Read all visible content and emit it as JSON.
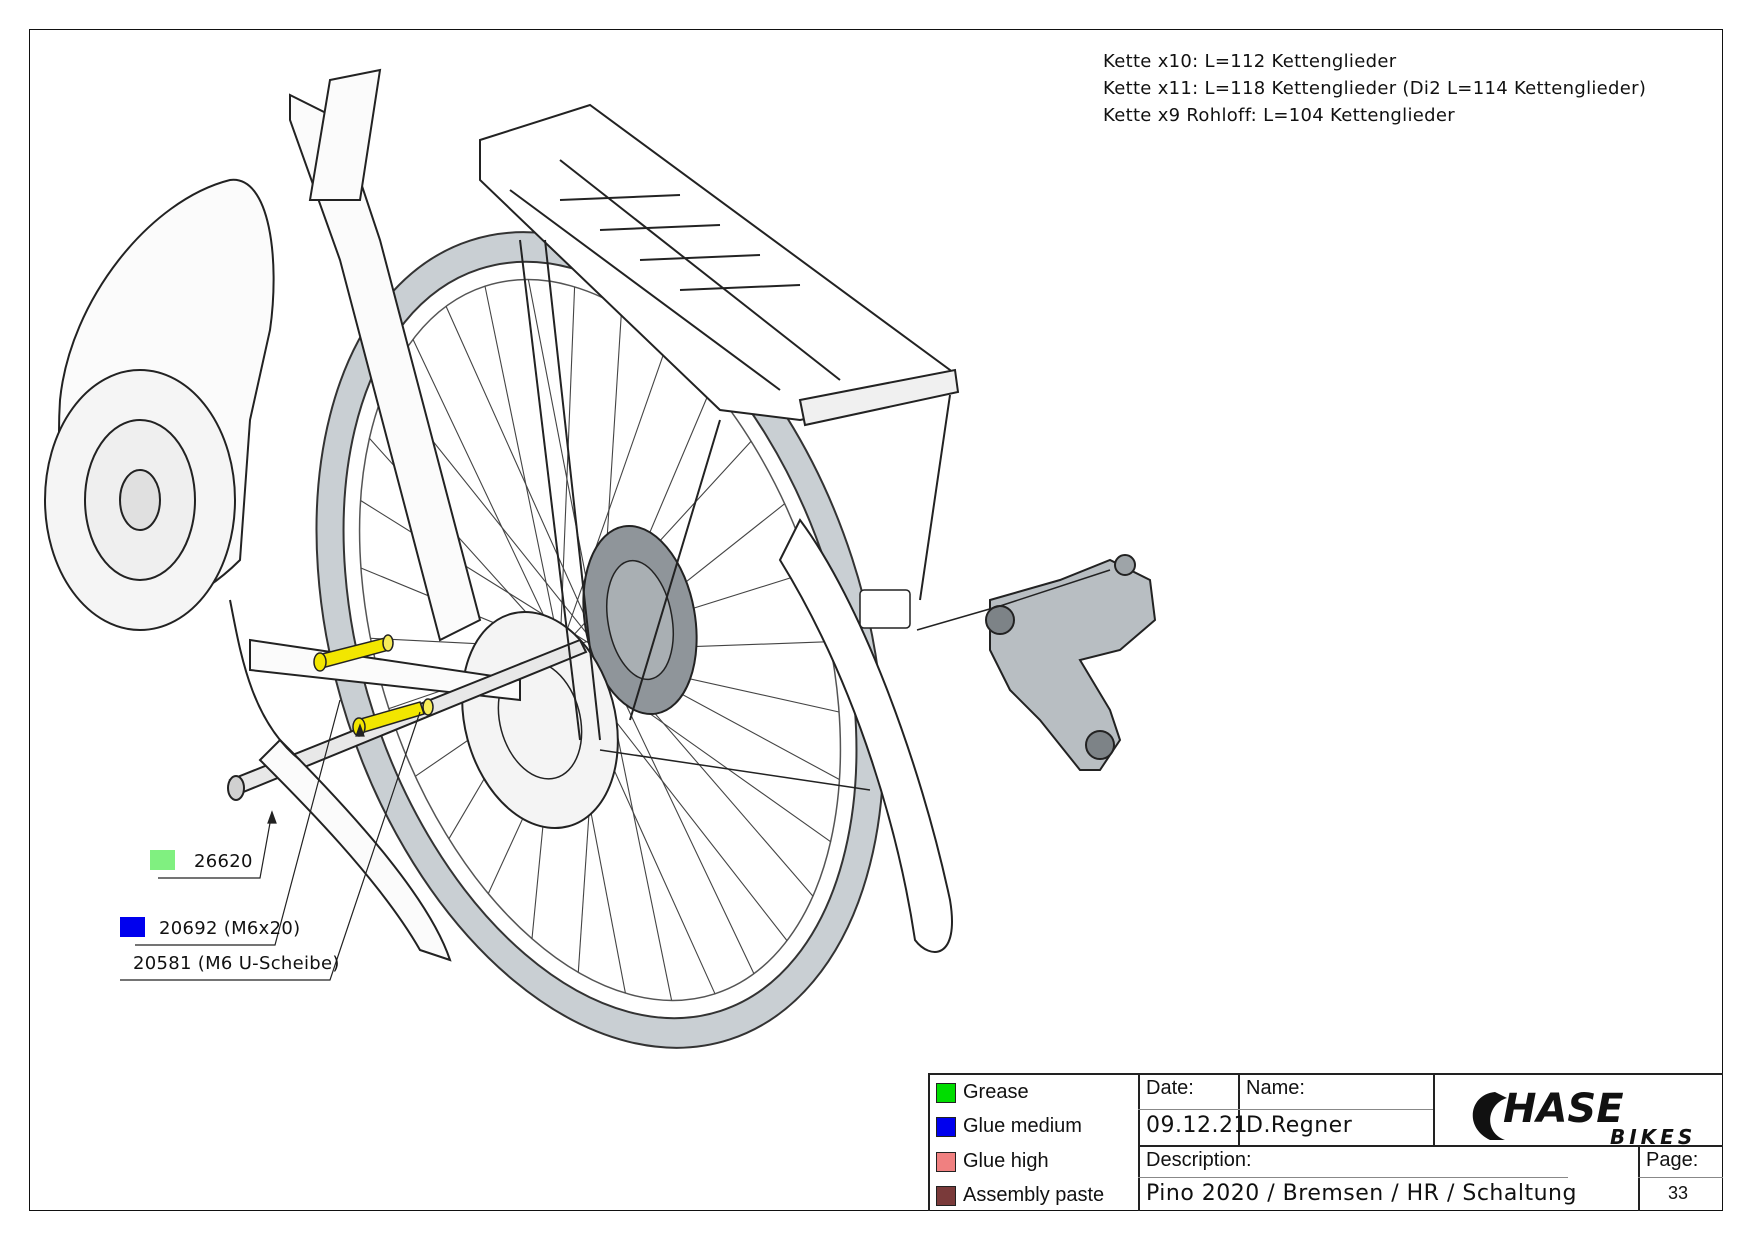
{
  "notes": [
    "Kette x10: L=112 Kettenglieder",
    "Kette x11: L=118 Kettenglieder (Di2 L=114 Kettenglieder)",
    "Kette x9 Rohloff: L=104 Kettenglieder"
  ],
  "callouts": [
    {
      "label": "26620",
      "color": "#80f080"
    },
    {
      "label": "20692 (M6x20)",
      "color": "#0000ee"
    },
    {
      "label": "20581 (M6 U-Scheibe)"
    }
  ],
  "legend": [
    {
      "label": "Grease",
      "color": "#00dd00"
    },
    {
      "label": "Glue medium",
      "color": "#0000ee"
    },
    {
      "label": "Glue high",
      "color": "#f08080"
    },
    {
      "label": "Assembly paste",
      "color": "#7a3a3a"
    }
  ],
  "title_block": {
    "date_label": "Date:",
    "date": "09.12.21",
    "name_label": "Name:",
    "name": "D.Regner",
    "description_label": "Description:",
    "description": "Pino 2020 / Bremsen / HR / Schaltung",
    "page_label": "Page:",
    "page": "33",
    "logo_main": "HASE",
    "logo_sub": "BIKES"
  },
  "colors": {
    "part_highlight": "#f2e600",
    "tyre": "#c9cfd3",
    "derailleur": "#b8bec2"
  },
  "icons": [
    "frame-drawing",
    "wheel-drawing",
    "rack-drawing",
    "derailleur-drawing"
  ]
}
